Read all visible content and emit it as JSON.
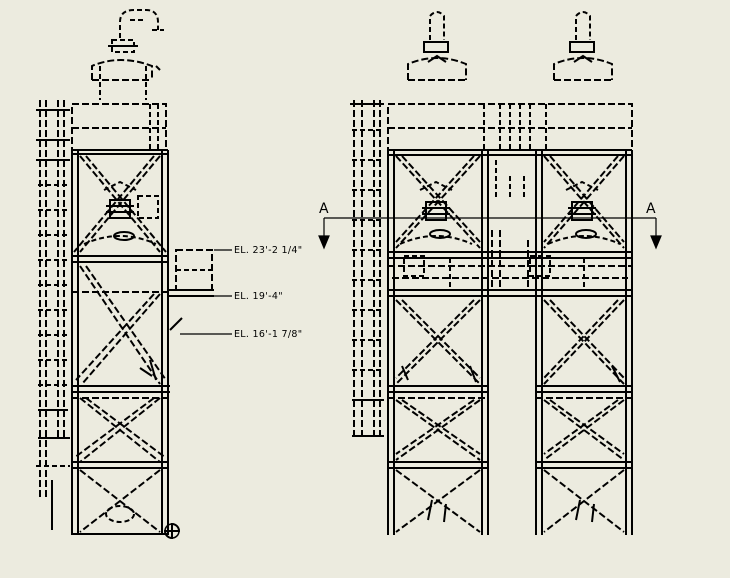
{
  "drawing": {
    "ink_color": "#000000",
    "background_color": "#ecebdf",
    "elevations": [
      {
        "label": "EL. 23'-2 1/4\""
      },
      {
        "label": "EL. 19'-4\""
      },
      {
        "label": "EL. 16'-1 7/8\""
      }
    ],
    "section_marker_left": "A",
    "section_marker_right": "A"
  }
}
